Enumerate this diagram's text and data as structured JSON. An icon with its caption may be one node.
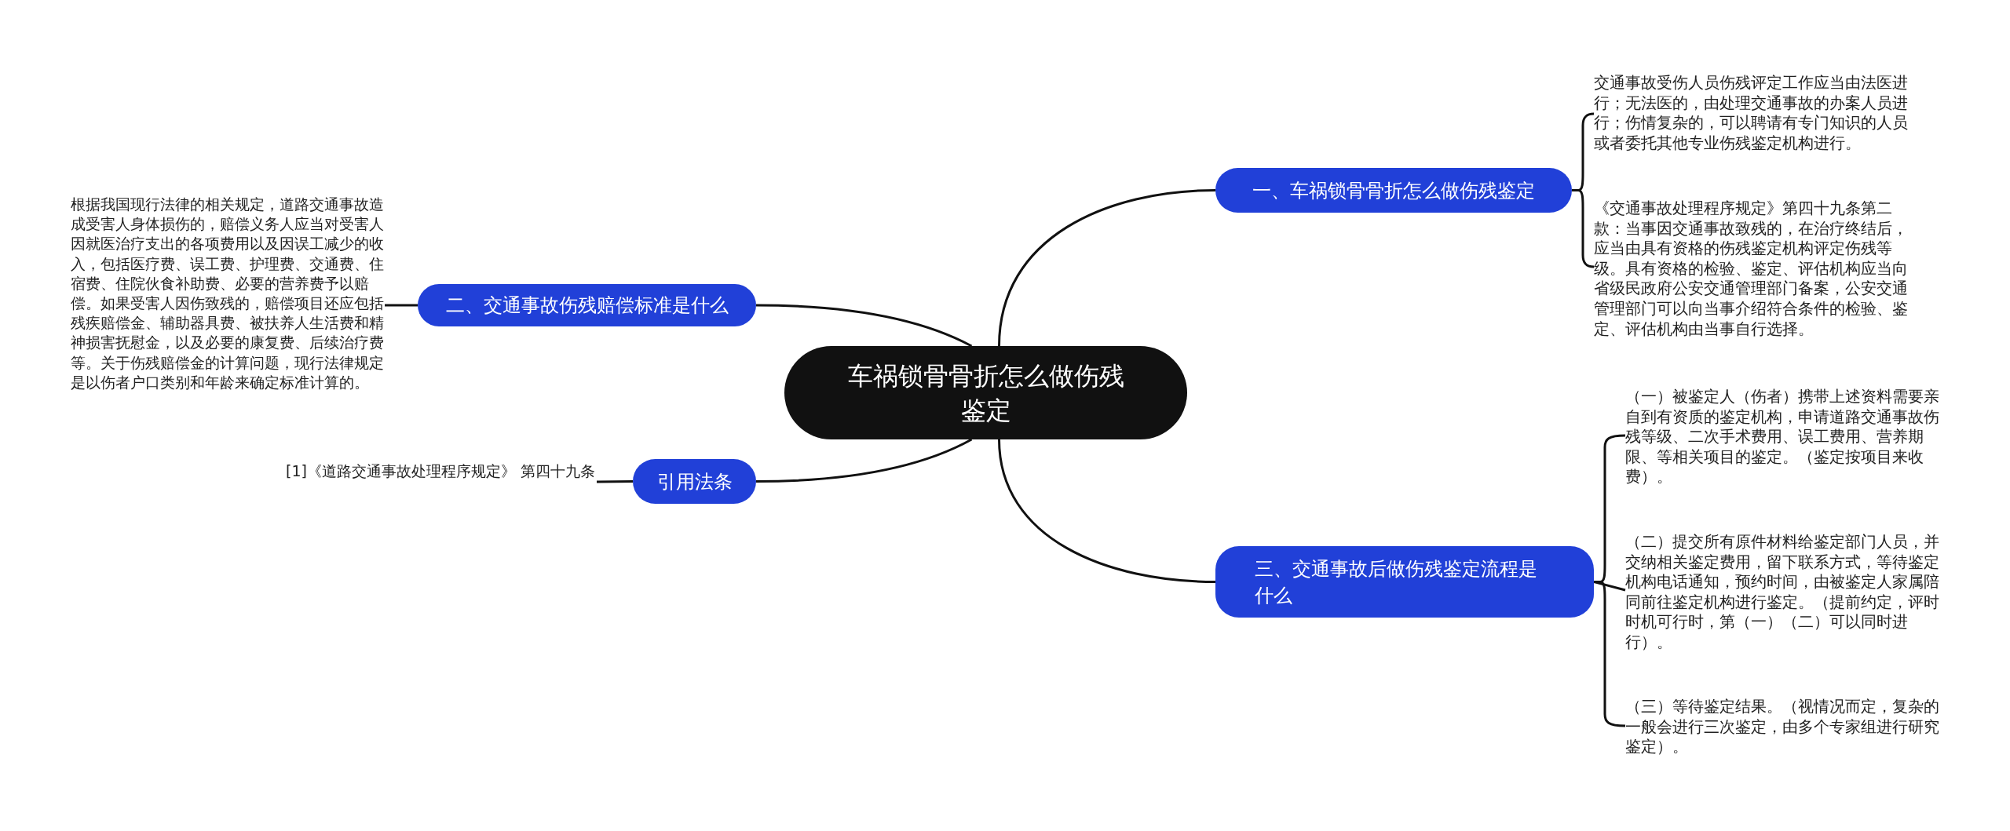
{
  "diagram": {
    "nodes": [
      {
        "text": [
          "车祸锁骨骨折怎么做伤残鉴定"
        ]
      },
      {
        "text": [
          "一、车祸锁骨骨折怎么做伤残鉴定"
        ]
      },
      {
        "text": [
          "交通事故受伤人员伤残评定工作应当由法医进行；无法医的，由处理交通事故的办案人员进行；伤情复杂的，可以聘请有专门知识的人员或者委托其他专业伤残鉴定机构进行。"
        ]
      },
      {
        "text": [
          "《交通事故处理程序规定》第四十九条第二款：当事因交通事故致残的，在治疗终结后，应当由具有资格的伤残鉴定机构评定伤残等级。具有资格的检验、鉴定、评估机构应当向省级民政府公安交通管理部门备案，公安交通管理部门可以向当事介绍符合条件的检验、鉴定、评估机构由当事自行选择。"
        ]
      },
      {
        "text": [
          "二、交通事故伤残赔偿标准是什么"
        ]
      },
      {
        "text": [
          "根据我国现行法律的相关规定，道路交通事故造成受害人身体损伤的，赔偿义务人应当对受害人因就医治疗支出的各项费用以及因误工减少的收入，包括医疗费、误工费、护理费、交通费、住宿费、住院伙食补助费、必要的营养费予以赔偿。如果受害人因伤致残的，赔偿项目还应包括残疾赔偿金、辅助器具费、被扶养人生活费和精神损害抚慰金，以及必要的康复费、后续治疗费等。关于伤残赔偿金的计算问题，现行法律规定是以伤者户口类别和年龄来确定标准计算的。"
        ]
      },
      {
        "text": [
          "引用法条"
        ]
      },
      {
        "text": [
          "[1]《道路交通事故处理程序规定》 第四十九条"
        ]
      },
      {
        "text": [
          "三、交通事故后做伤残鉴定流程是什么"
        ]
      },
      {
        "text": [
          "（一）被鉴定人（伤者）携带上述资料需要亲自到有资质的鉴定机构，申请道路交通事故伤残等级、二次手术费用、误工费用、营养期限、等相关项目的鉴定。（鉴定按项目来收费）。"
        ]
      },
      {
        "text": [
          "（二）提交所有原件材料给鉴定部门人员，并交纳相关鉴定费用，留下联系方式，等待鉴定机构电话通知，预约时间，由被鉴定人家属陪同前往鉴定机构进行鉴定。（提前约定，评时时机可行时，第（一）（二）可以同时进行）。"
        ]
      },
      {
        "text": [
          "（三）等待鉴定结果。（视情况而定，复杂的一般会进行三次鉴定，由多个专家组进行研究鉴定）。"
        ]
      }
    ],
    "edges": [
      {
        "from": 0,
        "to": 1,
        "arrow": "none"
      },
      {
        "from": 0,
        "to": 4,
        "arrow": "none"
      },
      {
        "from": 0,
        "to": 6,
        "arrow": "none"
      },
      {
        "from": 0,
        "to": 8,
        "arrow": "none"
      },
      {
        "from": 1,
        "to": 2,
        "arrow": "none"
      },
      {
        "from": 1,
        "to": 3,
        "arrow": "none"
      },
      {
        "from": 4,
        "to": 5,
        "arrow": "none"
      },
      {
        "from": 6,
        "to": 7,
        "arrow": "none"
      },
      {
        "from": 8,
        "to": 9,
        "arrow": "none"
      },
      {
        "from": 8,
        "to": 10,
        "arrow": "none"
      },
      {
        "from": 8,
        "to": 11,
        "arrow": "none"
      }
    ]
  }
}
